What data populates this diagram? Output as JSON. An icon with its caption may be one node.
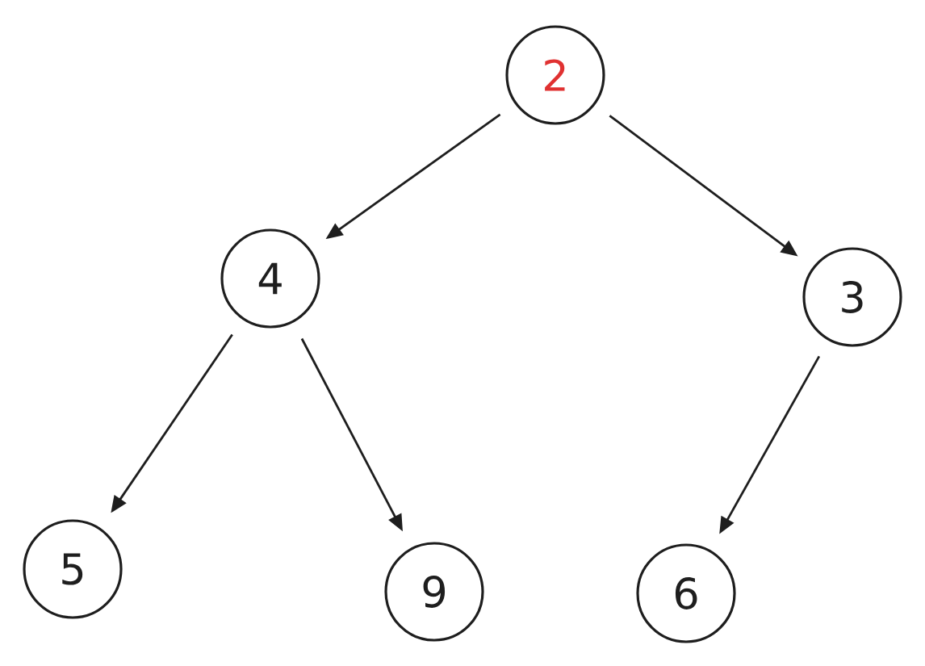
{
  "diagram": {
    "nodes": [
      {
        "text": [
          "2"
        ]
      },
      {
        "text": [
          "4"
        ]
      },
      {
        "text": [
          "3"
        ]
      },
      {
        "text": [
          "5"
        ]
      },
      {
        "text": [
          "9"
        ]
      },
      {
        "text": [
          "6"
        ]
      }
    ],
    "edges": [
      {
        "from": 0,
        "to": 1,
        "arrow": "to"
      },
      {
        "from": 0,
        "to": 2,
        "arrow": "to"
      },
      {
        "from": 1,
        "to": 3,
        "arrow": "to"
      },
      {
        "from": 1,
        "to": 4,
        "arrow": "to"
      },
      {
        "from": 2,
        "to": 5,
        "arrow": "to"
      }
    ]
  }
}
